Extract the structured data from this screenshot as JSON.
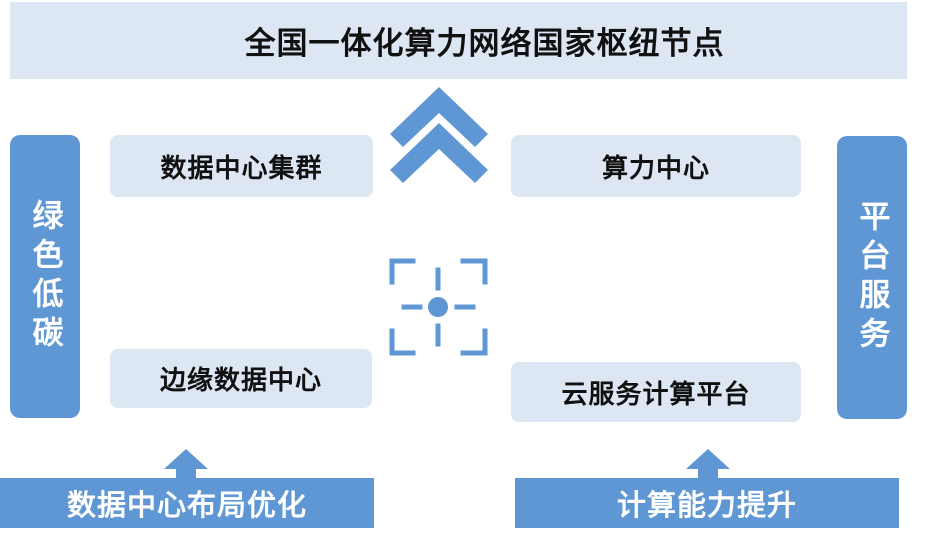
{
  "title": "全国一体化算力网络国家枢纽节点",
  "side_left": "绿色低碳",
  "side_right": "平台服务",
  "nodes": {
    "top_left": "数据中心集群",
    "top_right": "算力中心",
    "bottom_left": "边缘数据中心",
    "bottom_right": "云服务计算平台"
  },
  "bottom": {
    "left": "数据中心布局优化",
    "right": "计算能力提升"
  },
  "colors": {
    "primary_blue": "#5e97d3",
    "light_blue": "#dde7f4",
    "text": "#111111"
  },
  "icons": [
    "double-chevron-up-icon",
    "focus-target-icon",
    "arrow-up-icon"
  ]
}
